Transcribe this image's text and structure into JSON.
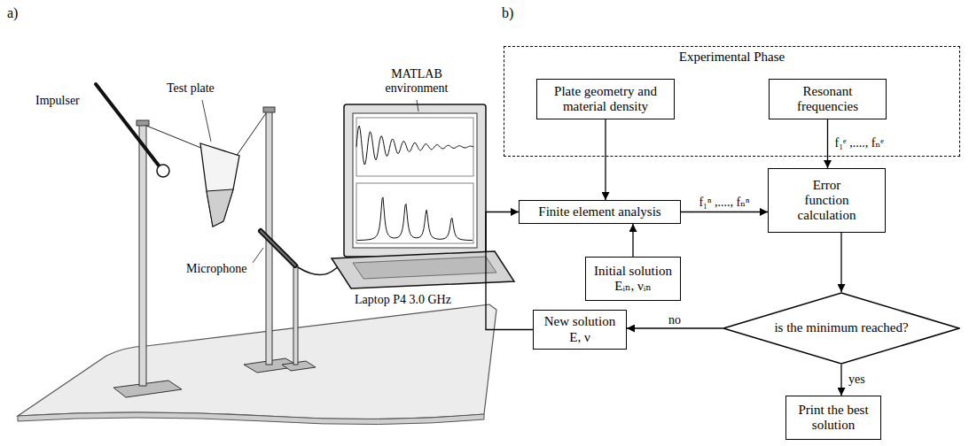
{
  "diagram": {
    "nodes": [
      {
        "text": [
          "Experimental Phase"
        ]
      },
      {
        "text": [
          "Plate geometry and material density"
        ],
        "in": 0
      },
      {
        "text": [
          "Resonant frequencies"
        ],
        "in": 0
      },
      {
        "text": [
          "Finite element analysis"
        ]
      },
      {
        "text": [
          "Error function calculation"
        ]
      },
      {
        "text": [
          "Initial solution",
          "Eᵢₙ, νᵢₙ"
        ]
      },
      {
        "text": [
          "New solution",
          "E, ν"
        ]
      },
      {
        "text": [
          "is the minimum reached?"
        ]
      },
      {
        "text": [
          "Print the best solution"
        ]
      }
    ],
    "edges": [
      {
        "from": 1,
        "to": 3,
        "arrow": "to"
      },
      {
        "from": 2,
        "to": 4,
        "label": "f₁ᵉ ,...., fₙᵉ",
        "arrow": "to"
      },
      {
        "from": 3,
        "to": 4,
        "label": "f₁ⁿ ,...., fₙⁿ",
        "arrow": "to"
      },
      {
        "from": 5,
        "to": 3,
        "arrow": "to"
      },
      {
        "from": 4,
        "to": 7,
        "arrow": "to"
      },
      {
        "from": 7,
        "to": 6,
        "label": "no",
        "arrow": "to"
      },
      {
        "from": 7,
        "to": 8,
        "label": "yes",
        "arrow": "to"
      },
      {
        "from": 6,
        "to": 3,
        "arrow": "to"
      }
    ],
    "labels": [
      "a)",
      "b)",
      "Impulser",
      "Test plate",
      "MATLAB environment",
      "Microphone",
      "Laptop P4 3.0 GHz"
    ]
  }
}
